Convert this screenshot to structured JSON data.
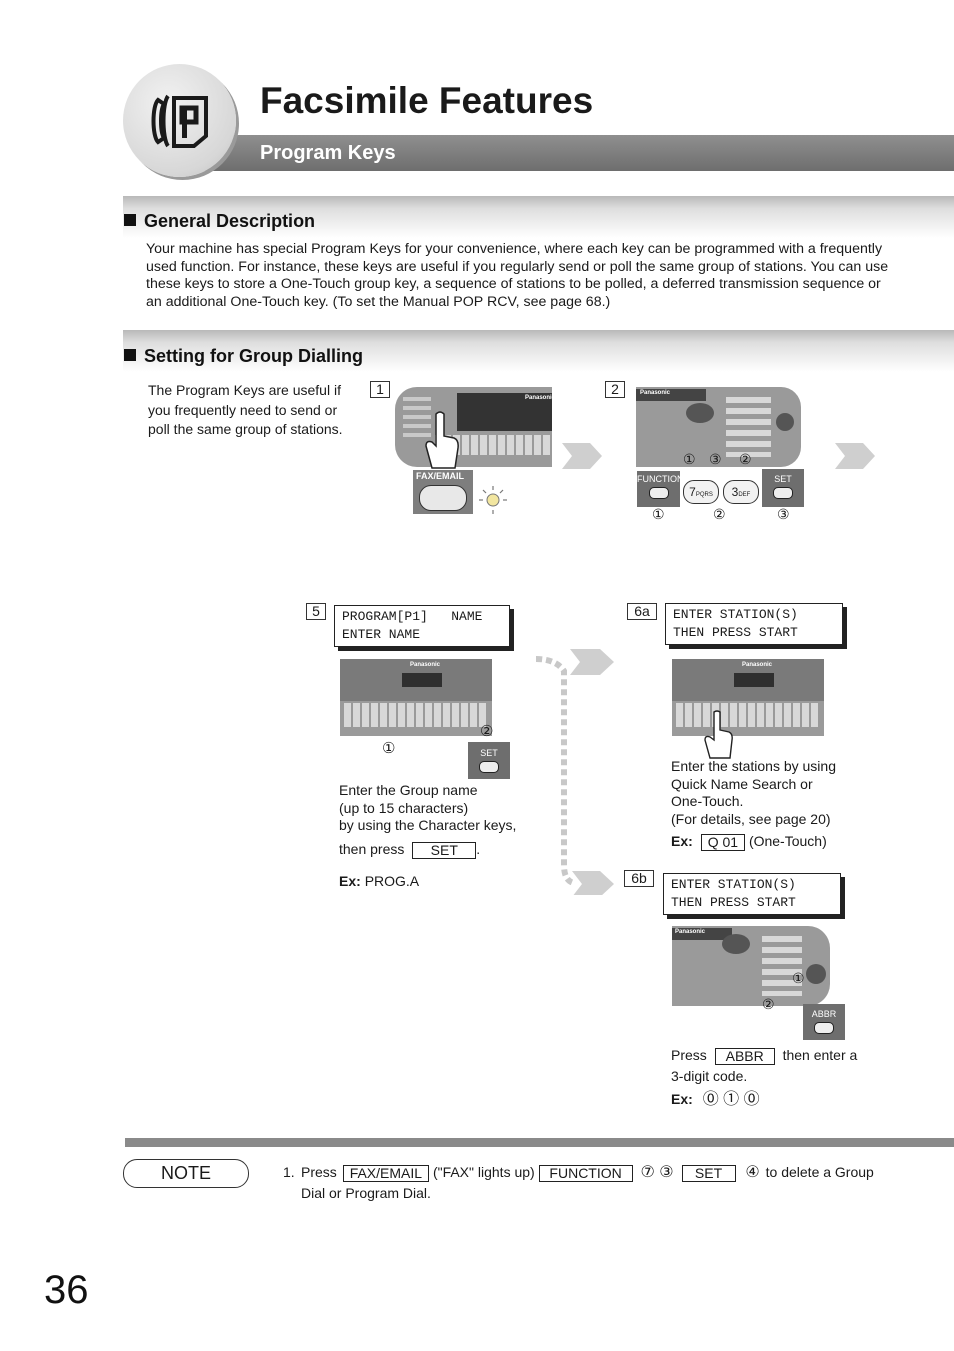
{
  "header": {
    "title": "Facsimile Features",
    "subtitle": "Program Keys"
  },
  "general": {
    "heading": "General Description",
    "lines": [
      "Your machine has special Program Keys for your convenience, where each key can be programmed with a frequently",
      "used function. For instance, these keys are useful if you regularly send or poll the same group of stations. You can use",
      "these keys to store a One-Touch group key, a sequence of stations to be polled, a deferred transmission sequence or",
      "an additional One-Touch key. (To set the Manual POP RCV, see page 68.)"
    ]
  },
  "group": {
    "heading": "Setting for Group Dialling",
    "intro": [
      "The Program Keys are useful if",
      "you frequently need to send or",
      "poll the same group of stations."
    ]
  },
  "step1": {
    "label": "1",
    "key_label": "FAX/EMAIL"
  },
  "step2": {
    "label": "2",
    "keys": [
      "FUNCTION",
      "7",
      "3",
      "SET"
    ],
    "key_subs": [
      "PQRS",
      "DEF"
    ],
    "markers": [
      "①",
      "②",
      "③"
    ],
    "panel_markers": [
      "①",
      "③",
      "②"
    ]
  },
  "step5": {
    "label": "5",
    "lcd": [
      "PROGRAM[P1]   NAME",
      "ENTER NAME"
    ],
    "set_key": "SET",
    "markers": [
      "①",
      "②"
    ],
    "desc": [
      "Enter the Group name",
      "(up to 15 characters)",
      "by using the Character keys,"
    ],
    "then_press": "then press",
    "then_key": "SET",
    "period": ".",
    "ex_label": "Ex:",
    "ex_value": "PROG.A"
  },
  "step6a": {
    "label": "6a",
    "lcd": [
      "ENTER STATION(S)",
      "THEN PRESS START"
    ],
    "desc": [
      "Enter the stations by using",
      "Quick Name Search or",
      "One-Touch.",
      "(For details, see page 20)"
    ],
    "ex_label": "Ex:",
    "ex_key": "Q 01",
    "ex_note": "(One-Touch)"
  },
  "step6b": {
    "label": "6b",
    "lcd": [
      "ENTER STATION(S)",
      "THEN PRESS START"
    ],
    "abbr_key": "ABBR",
    "markers": [
      "①",
      "②"
    ],
    "press": "Press",
    "press_key": "ABBR",
    "then": "then enter a",
    "then2": "3-digit code.",
    "ex_label": "Ex:",
    "ex_code": "⓪ ① ⓪"
  },
  "panel_brand": "Panasonic",
  "note": {
    "label": "NOTE",
    "num": "1.",
    "press": "Press",
    "key1": "FAX/EMAIL",
    "mid": "(\"FAX\" lights up)",
    "key2": "FUNCTION",
    "digits": "⑦ ③",
    "key3": "SET",
    "digit4": "④",
    "tail": "to delete a Group",
    "line2": "Dial or Program Dial."
  },
  "page_number": "36"
}
